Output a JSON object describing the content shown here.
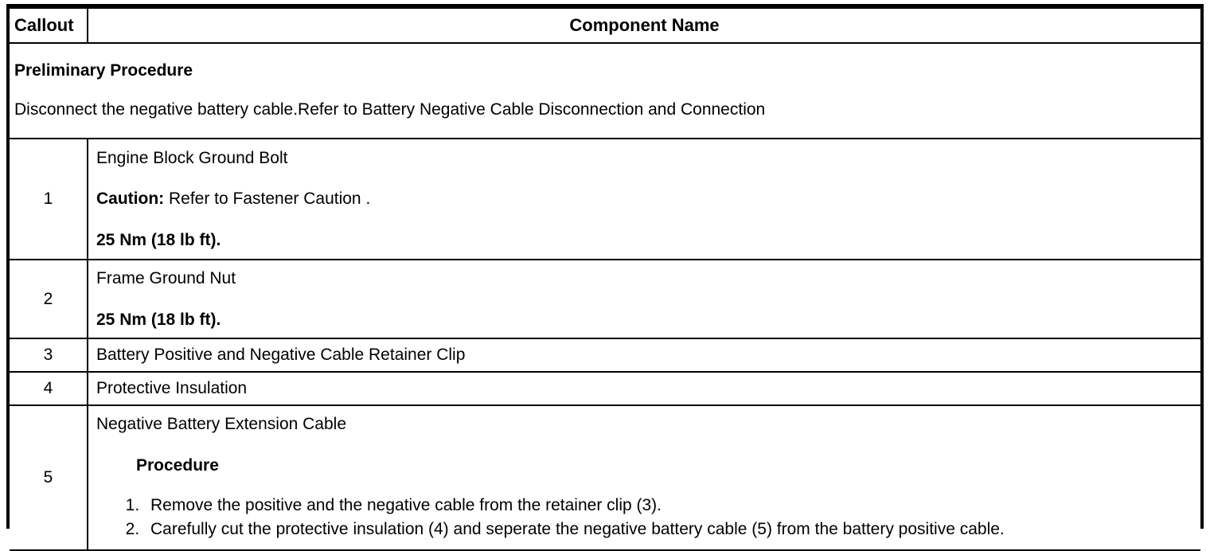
{
  "table": {
    "headers": {
      "callout": "Callout",
      "component_name": "Component Name"
    },
    "preliminary": {
      "title": "Preliminary Procedure",
      "text": "Disconnect the negative battery cable.Refer to Battery Negative Cable Disconnection and Connection"
    },
    "rows": [
      {
        "callout": "1",
        "name": "Engine Block Ground Bolt",
        "caution_label": "Caution:",
        "caution_text": " Refer to Fastener Caution .",
        "torque": "25 Nm (18 lb ft)."
      },
      {
        "callout": "2",
        "name": "Frame Ground Nut",
        "torque": "25 Nm (18 lb ft)."
      },
      {
        "callout": "3",
        "name": "Battery Positive and Negative Cable Retainer Clip"
      },
      {
        "callout": "4",
        "name": "Protective Insulation"
      },
      {
        "callout": "5",
        "name": "Negative Battery Extension Cable",
        "procedure_heading": "Procedure",
        "procedure_steps": [
          "Remove the positive and the negative cable from the retainer clip (3).",
          "Carefully cut the protective insulation (4) and seperate the negative battery cable (5) from the battery positive cable."
        ]
      }
    ]
  },
  "colors": {
    "border": "#000000",
    "background": "#ffffff",
    "text": "#000000"
  }
}
